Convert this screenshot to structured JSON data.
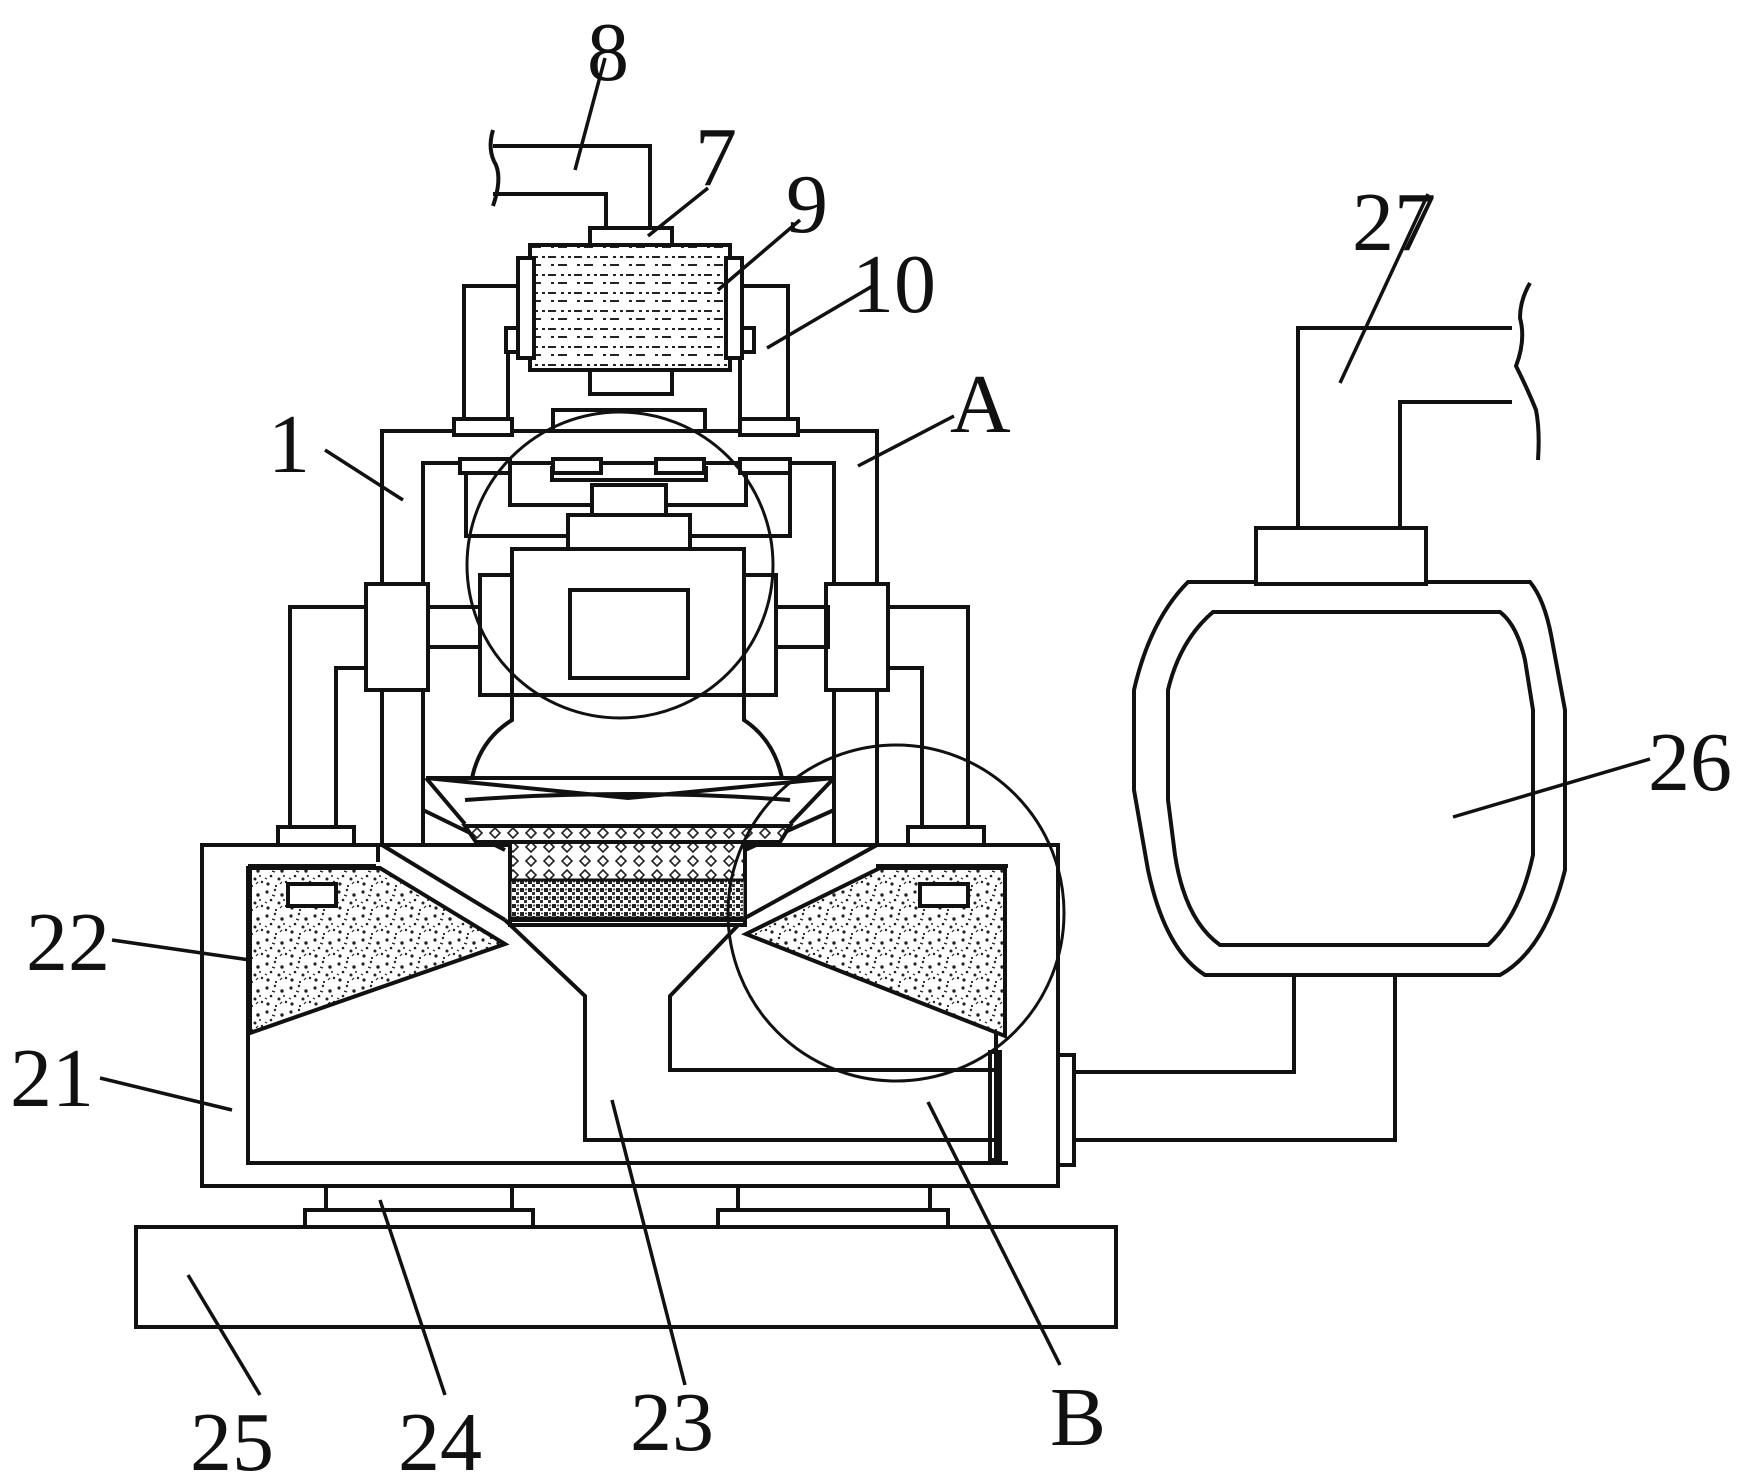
{
  "figure": {
    "labels": {
      "l1": "1",
      "l7": "7",
      "l8": "8",
      "l9": "9",
      "l10": "10",
      "lA": "A",
      "l21": "21",
      "l22": "22",
      "l23": "23",
      "l24": "24",
      "l25": "25",
      "l26": "26",
      "l27": "27",
      "lB": "B"
    },
    "colors": {
      "line": "#111111",
      "background": "#ffffff"
    }
  }
}
